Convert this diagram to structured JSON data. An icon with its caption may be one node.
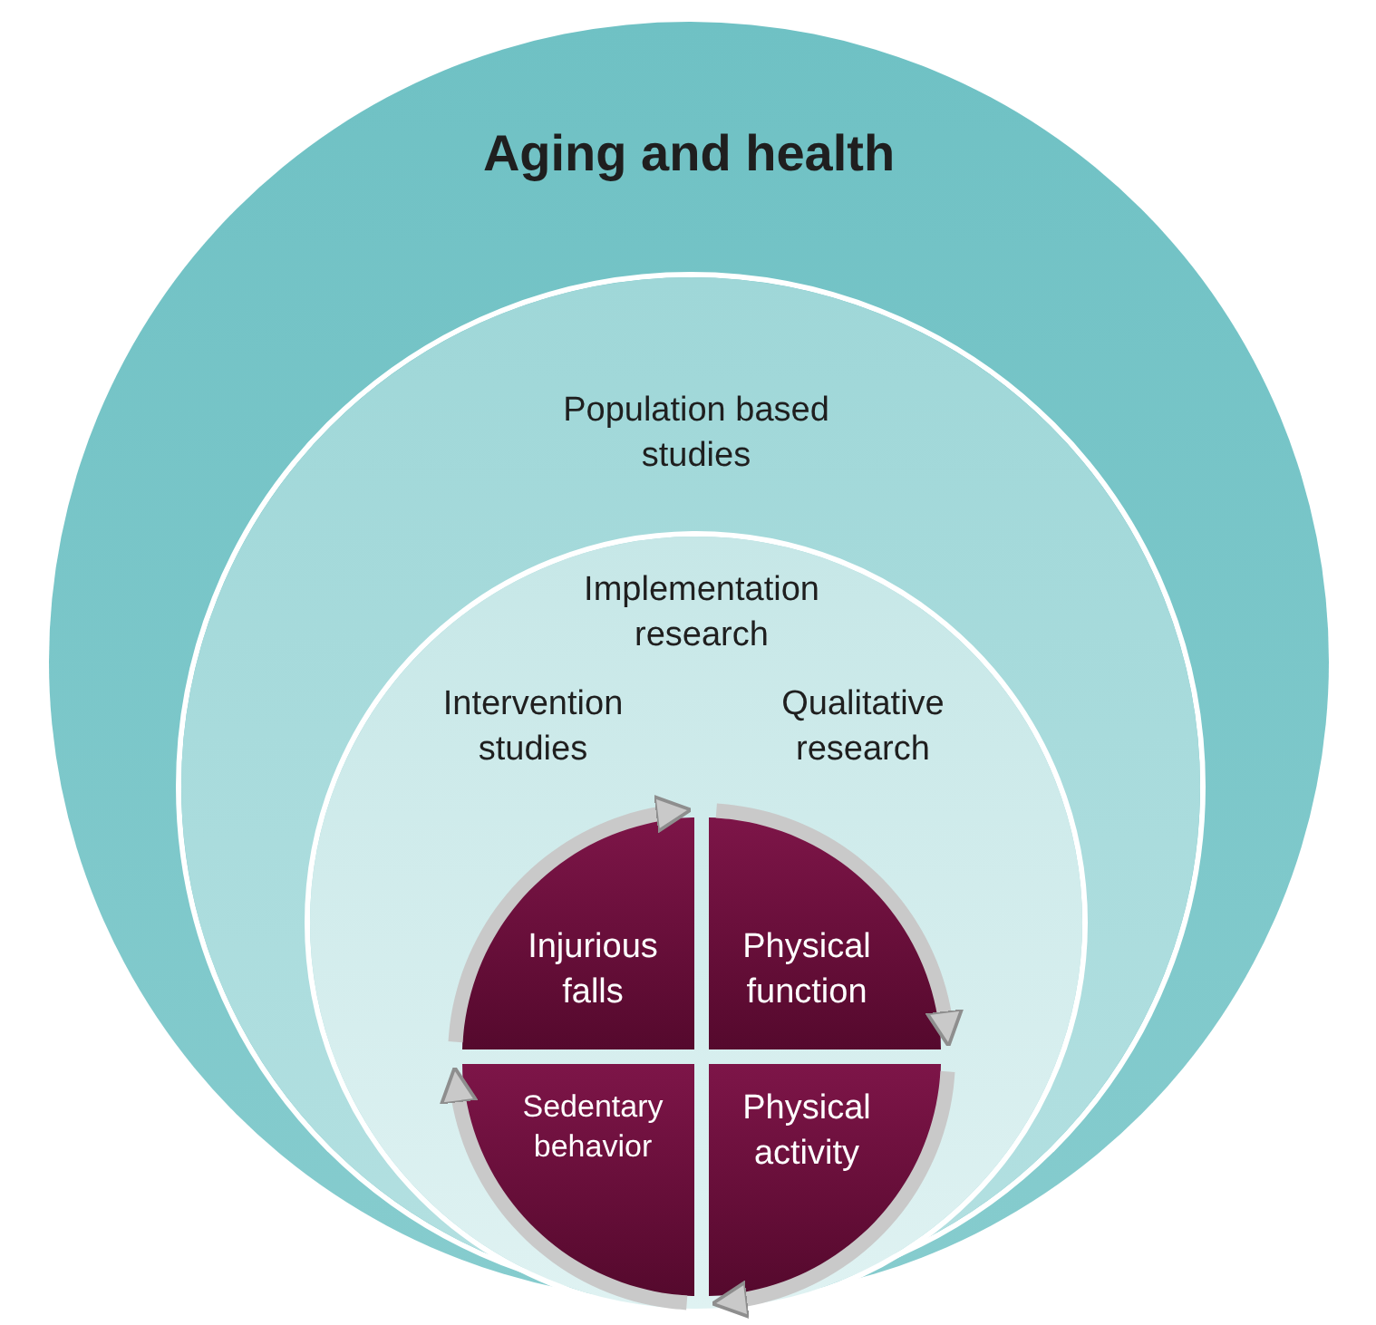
{
  "diagram": {
    "nodes": [
      {
        "text": [
          "Aging and health"
        ]
      },
      {
        "text": [
          "Population based studies"
        ],
        "in": 0
      },
      {
        "text": [
          "Implementation research",
          "Intervention studies",
          "Qualitative research"
        ],
        "in": 1
      },
      {
        "text": [
          "Injurious falls"
        ],
        "in": 2
      },
      {
        "text": [
          "Physical function"
        ],
        "in": 2
      },
      {
        "text": [
          "Sedentary behavior"
        ],
        "in": 2
      },
      {
        "text": [
          "Physical activity"
        ],
        "in": 2
      }
    ],
    "edges": [
      {
        "from": 3,
        "to": 4,
        "arrow": "to"
      },
      {
        "from": 4,
        "to": 6,
        "arrow": "to"
      },
      {
        "from": 6,
        "to": 5,
        "arrow": "to"
      },
      {
        "from": 5,
        "to": 3,
        "arrow": "to"
      }
    ]
  }
}
